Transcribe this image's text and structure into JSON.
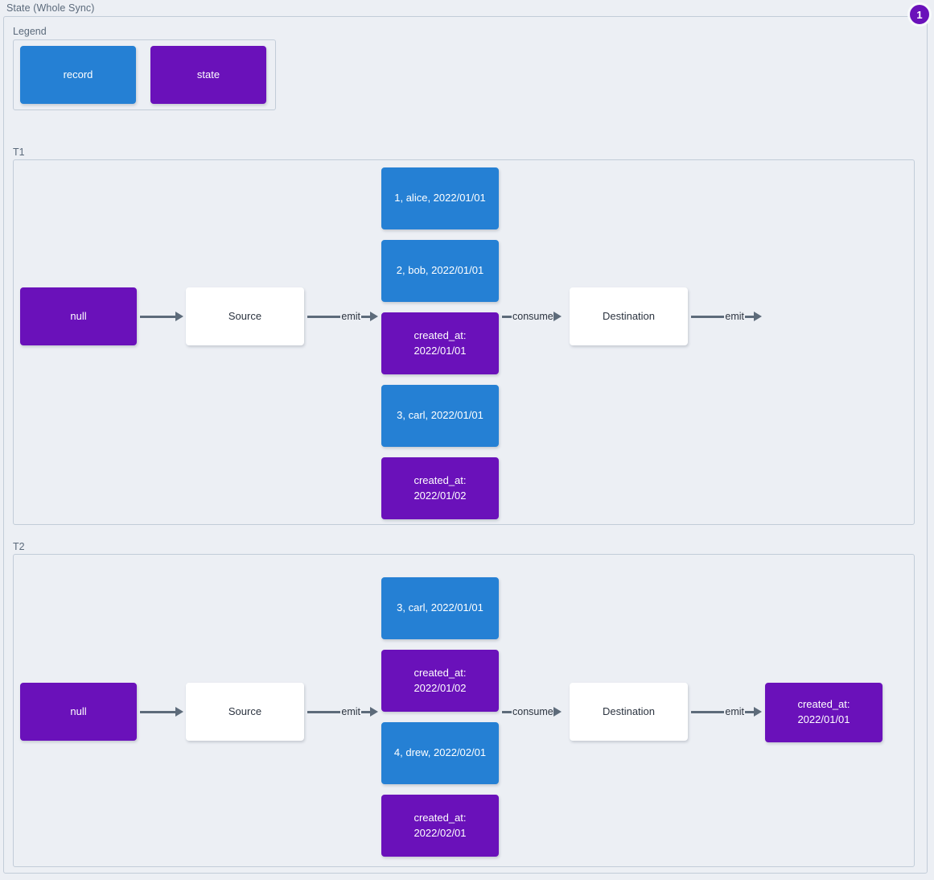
{
  "diagram": {
    "title": "State (Whole Sync)",
    "badge": "1"
  },
  "legend": {
    "title": "Legend",
    "items": [
      {
        "label": "record",
        "kind": "record"
      },
      {
        "label": "state",
        "kind": "state"
      }
    ]
  },
  "groups": [
    {
      "title": "T1",
      "initial_state": "null",
      "source": "Source",
      "destination": "Destination",
      "source_arrow_label": "emit",
      "consume_arrow_label": "consume",
      "destination_arrow_label": "emit",
      "messages": [
        {
          "label": "1, alice, 2022/01/01",
          "kind": "record"
        },
        {
          "label": "2, bob, 2022/01/01",
          "kind": "record"
        },
        {
          "label": "created_at:\n2022/01/01",
          "kind": "state"
        },
        {
          "label": "3, carl, 2022/01/01",
          "kind": "record"
        },
        {
          "label": "created_at:\n2022/01/02",
          "kind": "state"
        }
      ],
      "output": null
    },
    {
      "title": "T2",
      "initial_state": "null",
      "source": "Source",
      "destination": "Destination",
      "source_arrow_label": "emit",
      "consume_arrow_label": "consume",
      "destination_arrow_label": "emit",
      "messages": [
        {
          "label": "3, carl, 2022/01/01",
          "kind": "record"
        },
        {
          "label": "created_at:\n2022/01/02",
          "kind": "state"
        },
        {
          "label": "4, drew, 2022/02/01",
          "kind": "record"
        },
        {
          "label": "created_at:\n2022/02/01",
          "kind": "state"
        }
      ],
      "output": {
        "label": "created_at:\n2022/01/01",
        "kind": "state"
      }
    }
  ],
  "colors": {
    "record": "#2580d4",
    "state": "#6a11ba",
    "panel_bg": "#eceff4",
    "panel_border": "#c2ccd8",
    "arrow": "#5d6b7a",
    "title_text": "#5b6a7b"
  }
}
